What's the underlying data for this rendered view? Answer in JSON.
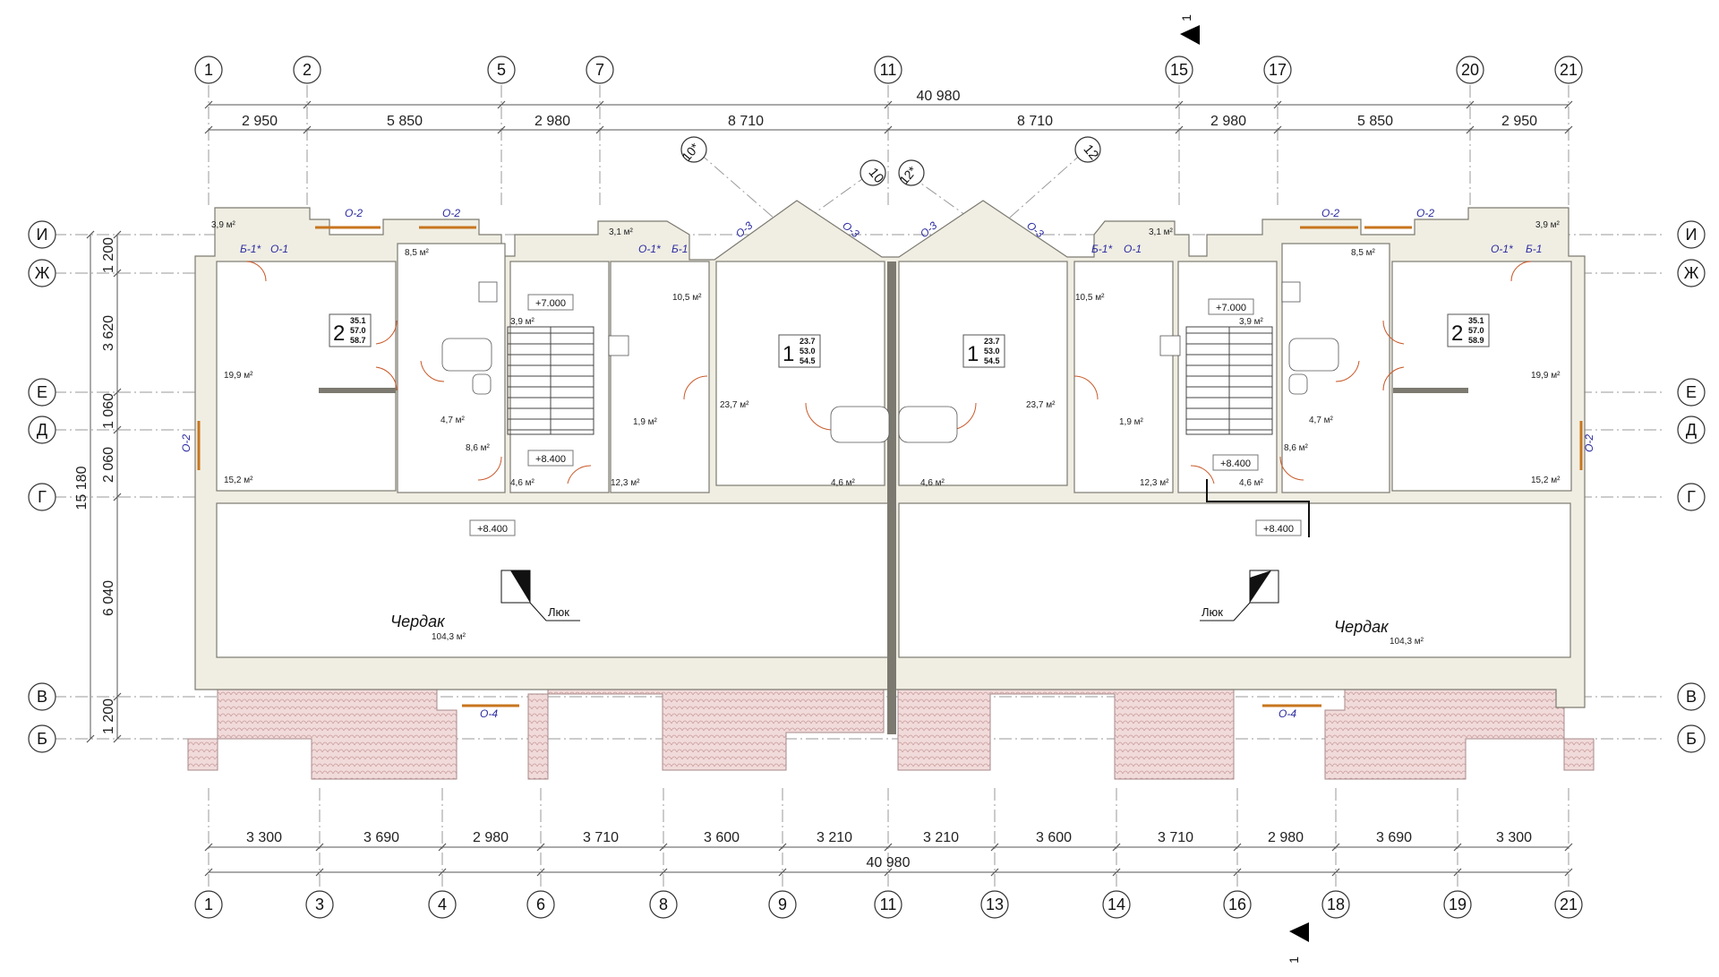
{
  "axes_top": [
    "1",
    "2",
    "5",
    "7",
    "11",
    "15",
    "17",
    "20",
    "21"
  ],
  "axes_bottom": [
    "1",
    "3",
    "4",
    "6",
    "8",
    "9",
    "11",
    "13",
    "14",
    "16",
    "18",
    "19",
    "21"
  ],
  "axes_left": [
    "И",
    "Ж",
    "Е",
    "Д",
    "Г",
    "В",
    "Б"
  ],
  "axes_right": [
    "И",
    "Ж",
    "Е",
    "Д",
    "Г",
    "В",
    "Б"
  ],
  "diag_axes": [
    "10*",
    "10",
    "12*",
    "12"
  ],
  "dim_top_total": "40 980",
  "dim_top": [
    "2 950",
    "5 850",
    "2 980",
    "8 710",
    "8 710",
    "2 980",
    "5 850",
    "2 950"
  ],
  "dim_bottom": [
    "3 300",
    "3 690",
    "2 980",
    "3 710",
    "3 600",
    "3 210",
    "3 210",
    "3 600",
    "3 710",
    "2 980",
    "3 690",
    "3 300"
  ],
  "dim_bottom_total": "40 980",
  "dim_left_total": "15 180",
  "dim_left": [
    "1 200",
    "3 620",
    "1 060",
    "2 060",
    "6 040",
    "1 200"
  ],
  "section_mark": "1",
  "windows": {
    "o1": "О-1",
    "o1s": "О-1*",
    "o2": "О-2",
    "o3": "О-3",
    "o4": "О-4",
    "b1": "Б-1",
    "b1s": "Б-1*"
  },
  "areas": {
    "a39": "3,9 м²",
    "a85": "8,5 м²",
    "a31": "3,1 м²",
    "a105": "10,5 м²",
    "a199": "19,9 м²",
    "a47": "4,7 м²",
    "a86": "8,6 м²",
    "a19": "1,9 м²",
    "a237": "23,7 м²",
    "a152": "15,2 м²",
    "a46": "4,6 м²",
    "a123": "12,3 м²",
    "a1043": "104,3 м²"
  },
  "levels": {
    "l7": "+7.000",
    "l84": "+8.400"
  },
  "attic_label": "Чердак",
  "hatch_label": "Люк",
  "apartments": [
    {
      "num": "2",
      "a": "35.1",
      "b": "57.0",
      "c": "58.7"
    },
    {
      "num": "1",
      "a": "23.7",
      "b": "53.0",
      "c": "54.5"
    },
    {
      "num": "1",
      "a": "23.7",
      "b": "53.0",
      "c": "54.5"
    },
    {
      "num": "2",
      "a": "35.1",
      "b": "57.0",
      "c": "58.9"
    }
  ]
}
